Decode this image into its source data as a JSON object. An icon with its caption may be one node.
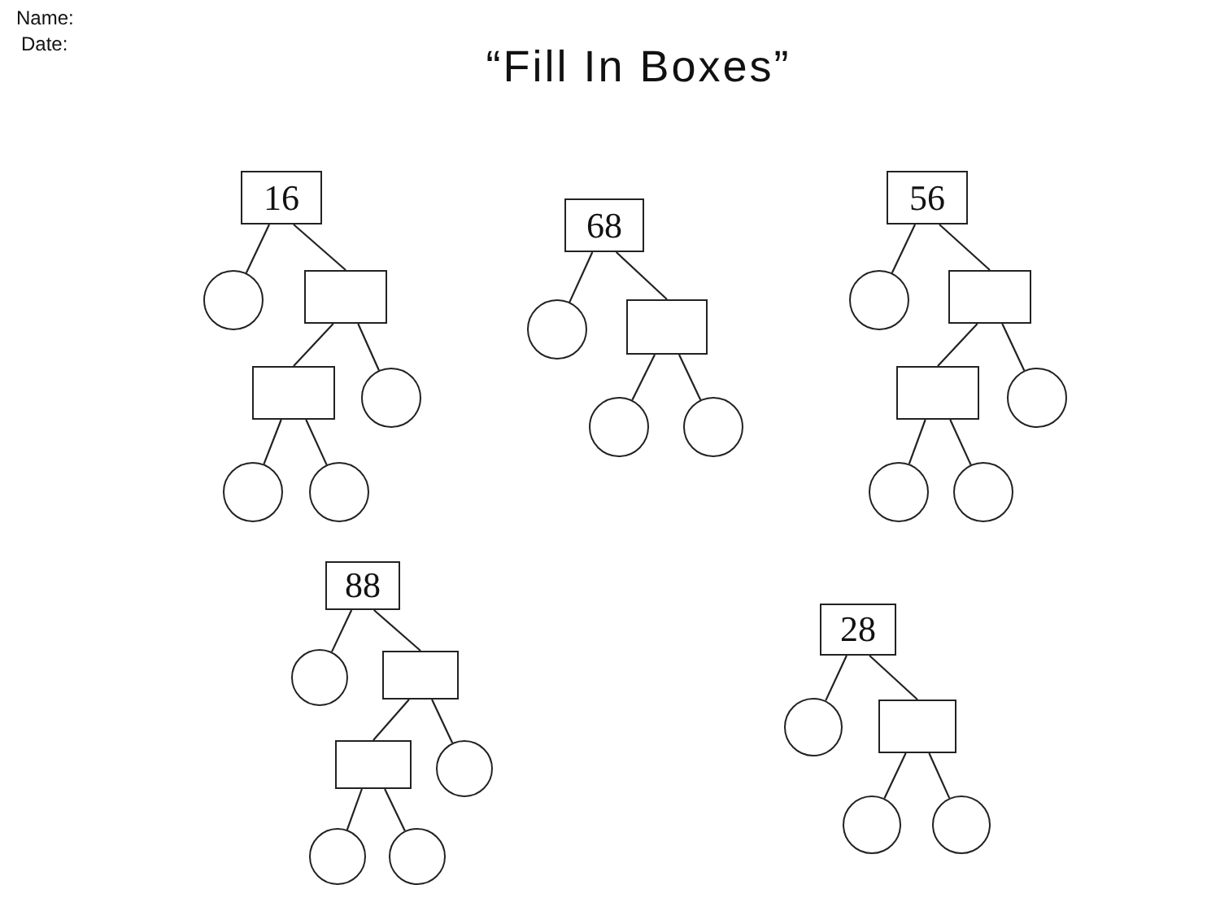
{
  "diagram": {
    "title": "“Fill In Boxes”",
    "nodes": [
      {
        "text": [
          "16"
        ]
      },
      {
        "text": [],
        "shape": "circle"
      },
      {
        "text": [],
        "shape": "box"
      },
      {
        "text": [],
        "shape": "box"
      },
      {
        "text": [],
        "shape": "circle"
      },
      {
        "text": [],
        "shape": "circle"
      },
      {
        "text": [],
        "shape": "circle"
      },
      {
        "text": [
          "68"
        ]
      },
      {
        "text": [],
        "shape": "circle"
      },
      {
        "text": [],
        "shape": "box"
      },
      {
        "text": [],
        "shape": "circle"
      },
      {
        "text": [],
        "shape": "circle"
      },
      {
        "text": [
          "56"
        ]
      },
      {
        "text": [],
        "shape": "circle"
      },
      {
        "text": [],
        "shape": "box"
      },
      {
        "text": [],
        "shape": "box"
      },
      {
        "text": [],
        "shape": "circle"
      },
      {
        "text": [],
        "shape": "circle"
      },
      {
        "text": [],
        "shape": "circle"
      },
      {
        "text": [
          "88"
        ]
      },
      {
        "text": [],
        "shape": "circle"
      },
      {
        "text": [],
        "shape": "box"
      },
      {
        "text": [],
        "shape": "box"
      },
      {
        "text": [],
        "shape": "circle"
      },
      {
        "text": [],
        "shape": "circle"
      },
      {
        "text": [],
        "shape": "circle"
      },
      {
        "text": [
          "28"
        ]
      },
      {
        "text": [],
        "shape": "circle"
      },
      {
        "text": [],
        "shape": "box"
      },
      {
        "text": [],
        "shape": "circle"
      },
      {
        "text": [],
        "shape": "circle"
      }
    ],
    "edges": [
      {
        "from": 0,
        "to": 1,
        "arrow": "none"
      },
      {
        "from": 0,
        "to": 2,
        "arrow": "none"
      },
      {
        "from": 2,
        "to": 3,
        "arrow": "none"
      },
      {
        "from": 2,
        "to": 4,
        "arrow": "none"
      },
      {
        "from": 3,
        "to": 5,
        "arrow": "none"
      },
      {
        "from": 3,
        "to": 6,
        "arrow": "none"
      },
      {
        "from": 7,
        "to": 8,
        "arrow": "none"
      },
      {
        "from": 7,
        "to": 9,
        "arrow": "none"
      },
      {
        "from": 9,
        "to": 10,
        "arrow": "none"
      },
      {
        "from": 9,
        "to": 11,
        "arrow": "none"
      },
      {
        "from": 12,
        "to": 13,
        "arrow": "none"
      },
      {
        "from": 12,
        "to": 14,
        "arrow": "none"
      },
      {
        "from": 14,
        "to": 15,
        "arrow": "none"
      },
      {
        "from": 14,
        "to": 16,
        "arrow": "none"
      },
      {
        "from": 15,
        "to": 17,
        "arrow": "none"
      },
      {
        "from": 15,
        "to": 18,
        "arrow": "none"
      },
      {
        "from": 19,
        "to": 20,
        "arrow": "none"
      },
      {
        "from": 19,
        "to": 21,
        "arrow": "none"
      },
      {
        "from": 21,
        "to": 22,
        "arrow": "none"
      },
      {
        "from": 21,
        "to": 23,
        "arrow": "none"
      },
      {
        "from": 22,
        "to": 24,
        "arrow": "none"
      },
      {
        "from": 22,
        "to": 25,
        "arrow": "none"
      },
      {
        "from": 26,
        "to": 27,
        "arrow": "none"
      },
      {
        "from": 26,
        "to": 28,
        "arrow": "none"
      },
      {
        "from": 28,
        "to": 29,
        "arrow": "none"
      },
      {
        "from": 28,
        "to": 30,
        "arrow": "none"
      }
    ],
    "labels": [
      "Name:",
      "Date:"
    ]
  }
}
